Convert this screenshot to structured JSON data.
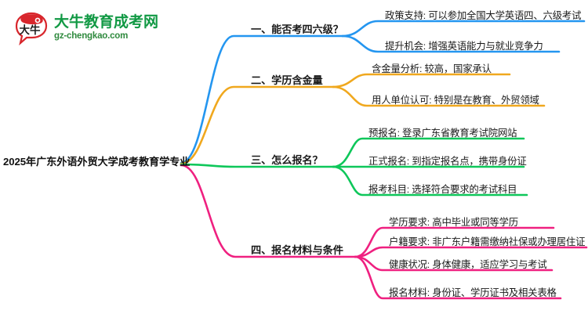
{
  "logo": {
    "mark_icon": "speech-bubble-logo-icon",
    "mark_text": "大牛",
    "title": "大牛教育成考网",
    "subtitle": "gz-chengkao.com",
    "title_color": "#119944",
    "mark_color": "#d8262c"
  },
  "mindmap": {
    "root": {
      "label": "2025年广东外语外贸大学成考教育学专业"
    },
    "branches": [
      {
        "label": "一、能否考四六级？",
        "color": "#2496f0",
        "children": [
          "政策支持: 可以参加全国大学英语四、六级考试",
          "提升机会: 增强英语能力与就业竞争力"
        ]
      },
      {
        "label": "二、学历含金量",
        "color": "#f0a81e",
        "children": [
          "含金量分析: 较高，国家承认",
          "用人单位认可: 特别是在教育、外贸领域"
        ]
      },
      {
        "label": "三、怎么报名？",
        "color": "#0ec75a",
        "children": [
          "预报名: 登录广东省教育考试院网站",
          "正式报名: 到指定报名点，携带身份证",
          "报考科目: 选择符合要求的考试科目"
        ]
      },
      {
        "label": "四、报名材料与条件",
        "color": "#ef2080",
        "children": [
          "学历要求: 高中毕业或同等学历",
          "户籍要求: 非广东户籍需缴纳社保或办理居住证",
          "健康状况: 身体健康，适应学习与考试",
          "报名材料: 身份证、学历证书及相关表格"
        ]
      }
    ]
  }
}
